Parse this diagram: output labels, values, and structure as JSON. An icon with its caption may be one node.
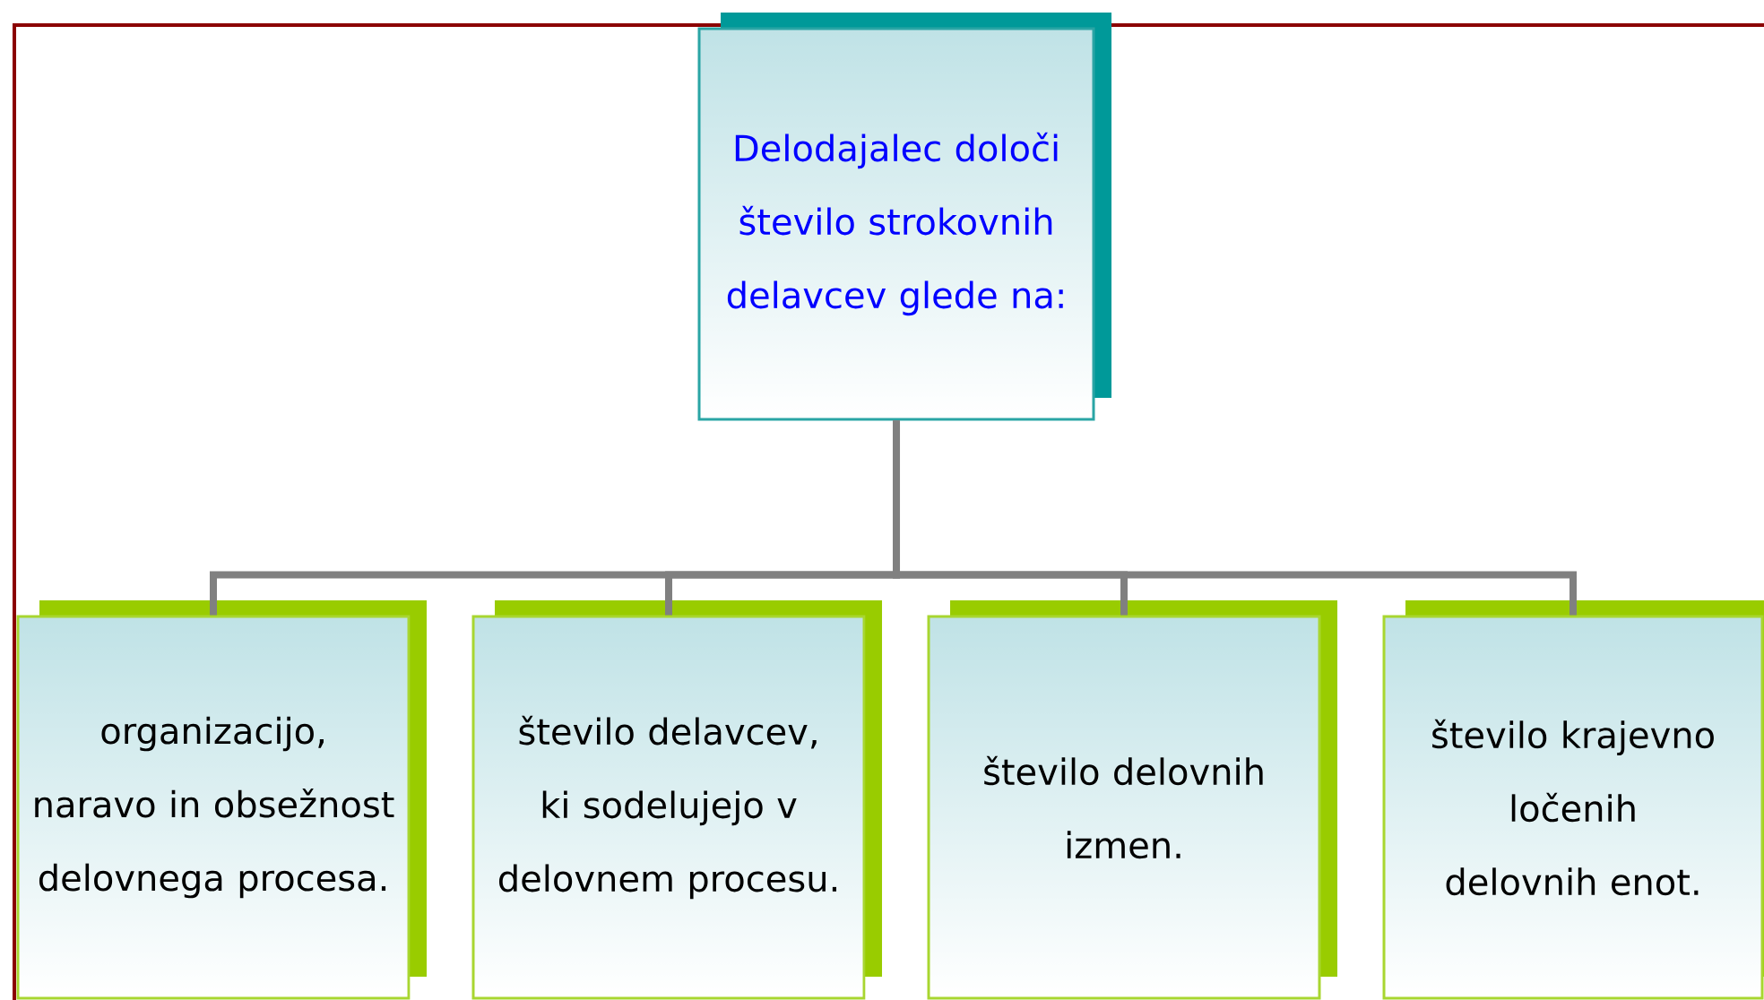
{
  "diagram": {
    "nodes": [
      {
        "text": [
          "Delodajalec določi število strokovnih delavcev glede na:"
        ]
      },
      {
        "text": [
          "organizacijo, naravo in obsežnost delovnega procesa."
        ]
      },
      {
        "text": [
          "število delavcev, ki sodelujejo v delovnem procesu."
        ]
      },
      {
        "text": [
          "število delovnih izmen."
        ]
      },
      {
        "text": [
          "število krajevno ločenih delovnih enot."
        ]
      }
    ],
    "edges": [
      {
        "from": 0,
        "to": 1,
        "arrow": "none"
      },
      {
        "from": 0,
        "to": 2,
        "arrow": "none"
      },
      {
        "from": 0,
        "to": 3,
        "arrow": "none"
      },
      {
        "from": 0,
        "to": 4,
        "arrow": "none"
      }
    ]
  }
}
